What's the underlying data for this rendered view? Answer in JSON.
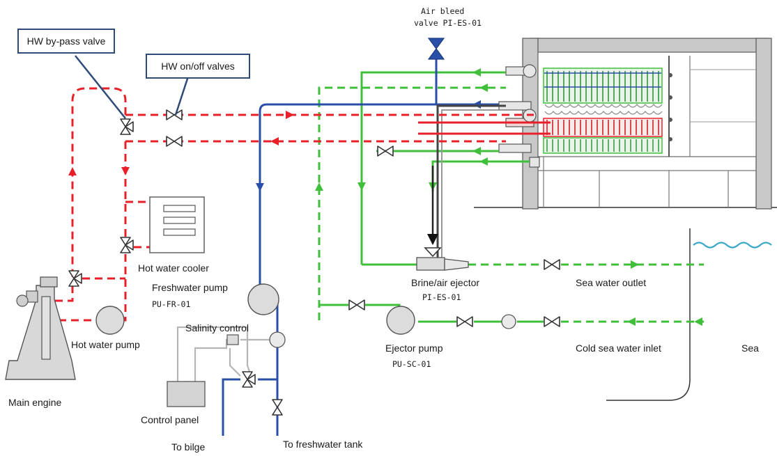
{
  "colors": {
    "hot_water": "#e8202a",
    "sea_water": "#3fbf3a",
    "fresh_water": "#2a4fa8",
    "control": "#b5b5b5",
    "equipment": "#8a8a8a",
    "callout_border": "#2d4a7a",
    "sea_surface": "#3aa7c9"
  },
  "callouts": {
    "hw_bypass": "HW by-pass valve",
    "hw_onoff": "HW on/off valves"
  },
  "labels": {
    "air_bleed_line1": "Air bleed",
    "air_bleed_line2": "valve PI-ES-01",
    "hot_water_cooler": "Hot water cooler",
    "freshwater_pump": "Freshwater pump",
    "freshwater_pump_code": "PU-FR-01",
    "salinity_control": "Salinity control",
    "hot_water_pump": "Hot water pump",
    "main_engine": "Main engine",
    "control_panel": "Control panel",
    "to_bilge": "To bilge",
    "to_freshwater_tank": "To freshwater tank",
    "brine_air_ejector": "Brine/air ejector",
    "brine_air_ejector_code": "PI-ES-01",
    "ejector_pump": "Ejector pump",
    "ejector_pump_code": "PU-SC-01",
    "sea_water_outlet": "Sea water outlet",
    "cold_sea_water_inlet": "Cold sea water inlet",
    "sea": "Sea"
  }
}
